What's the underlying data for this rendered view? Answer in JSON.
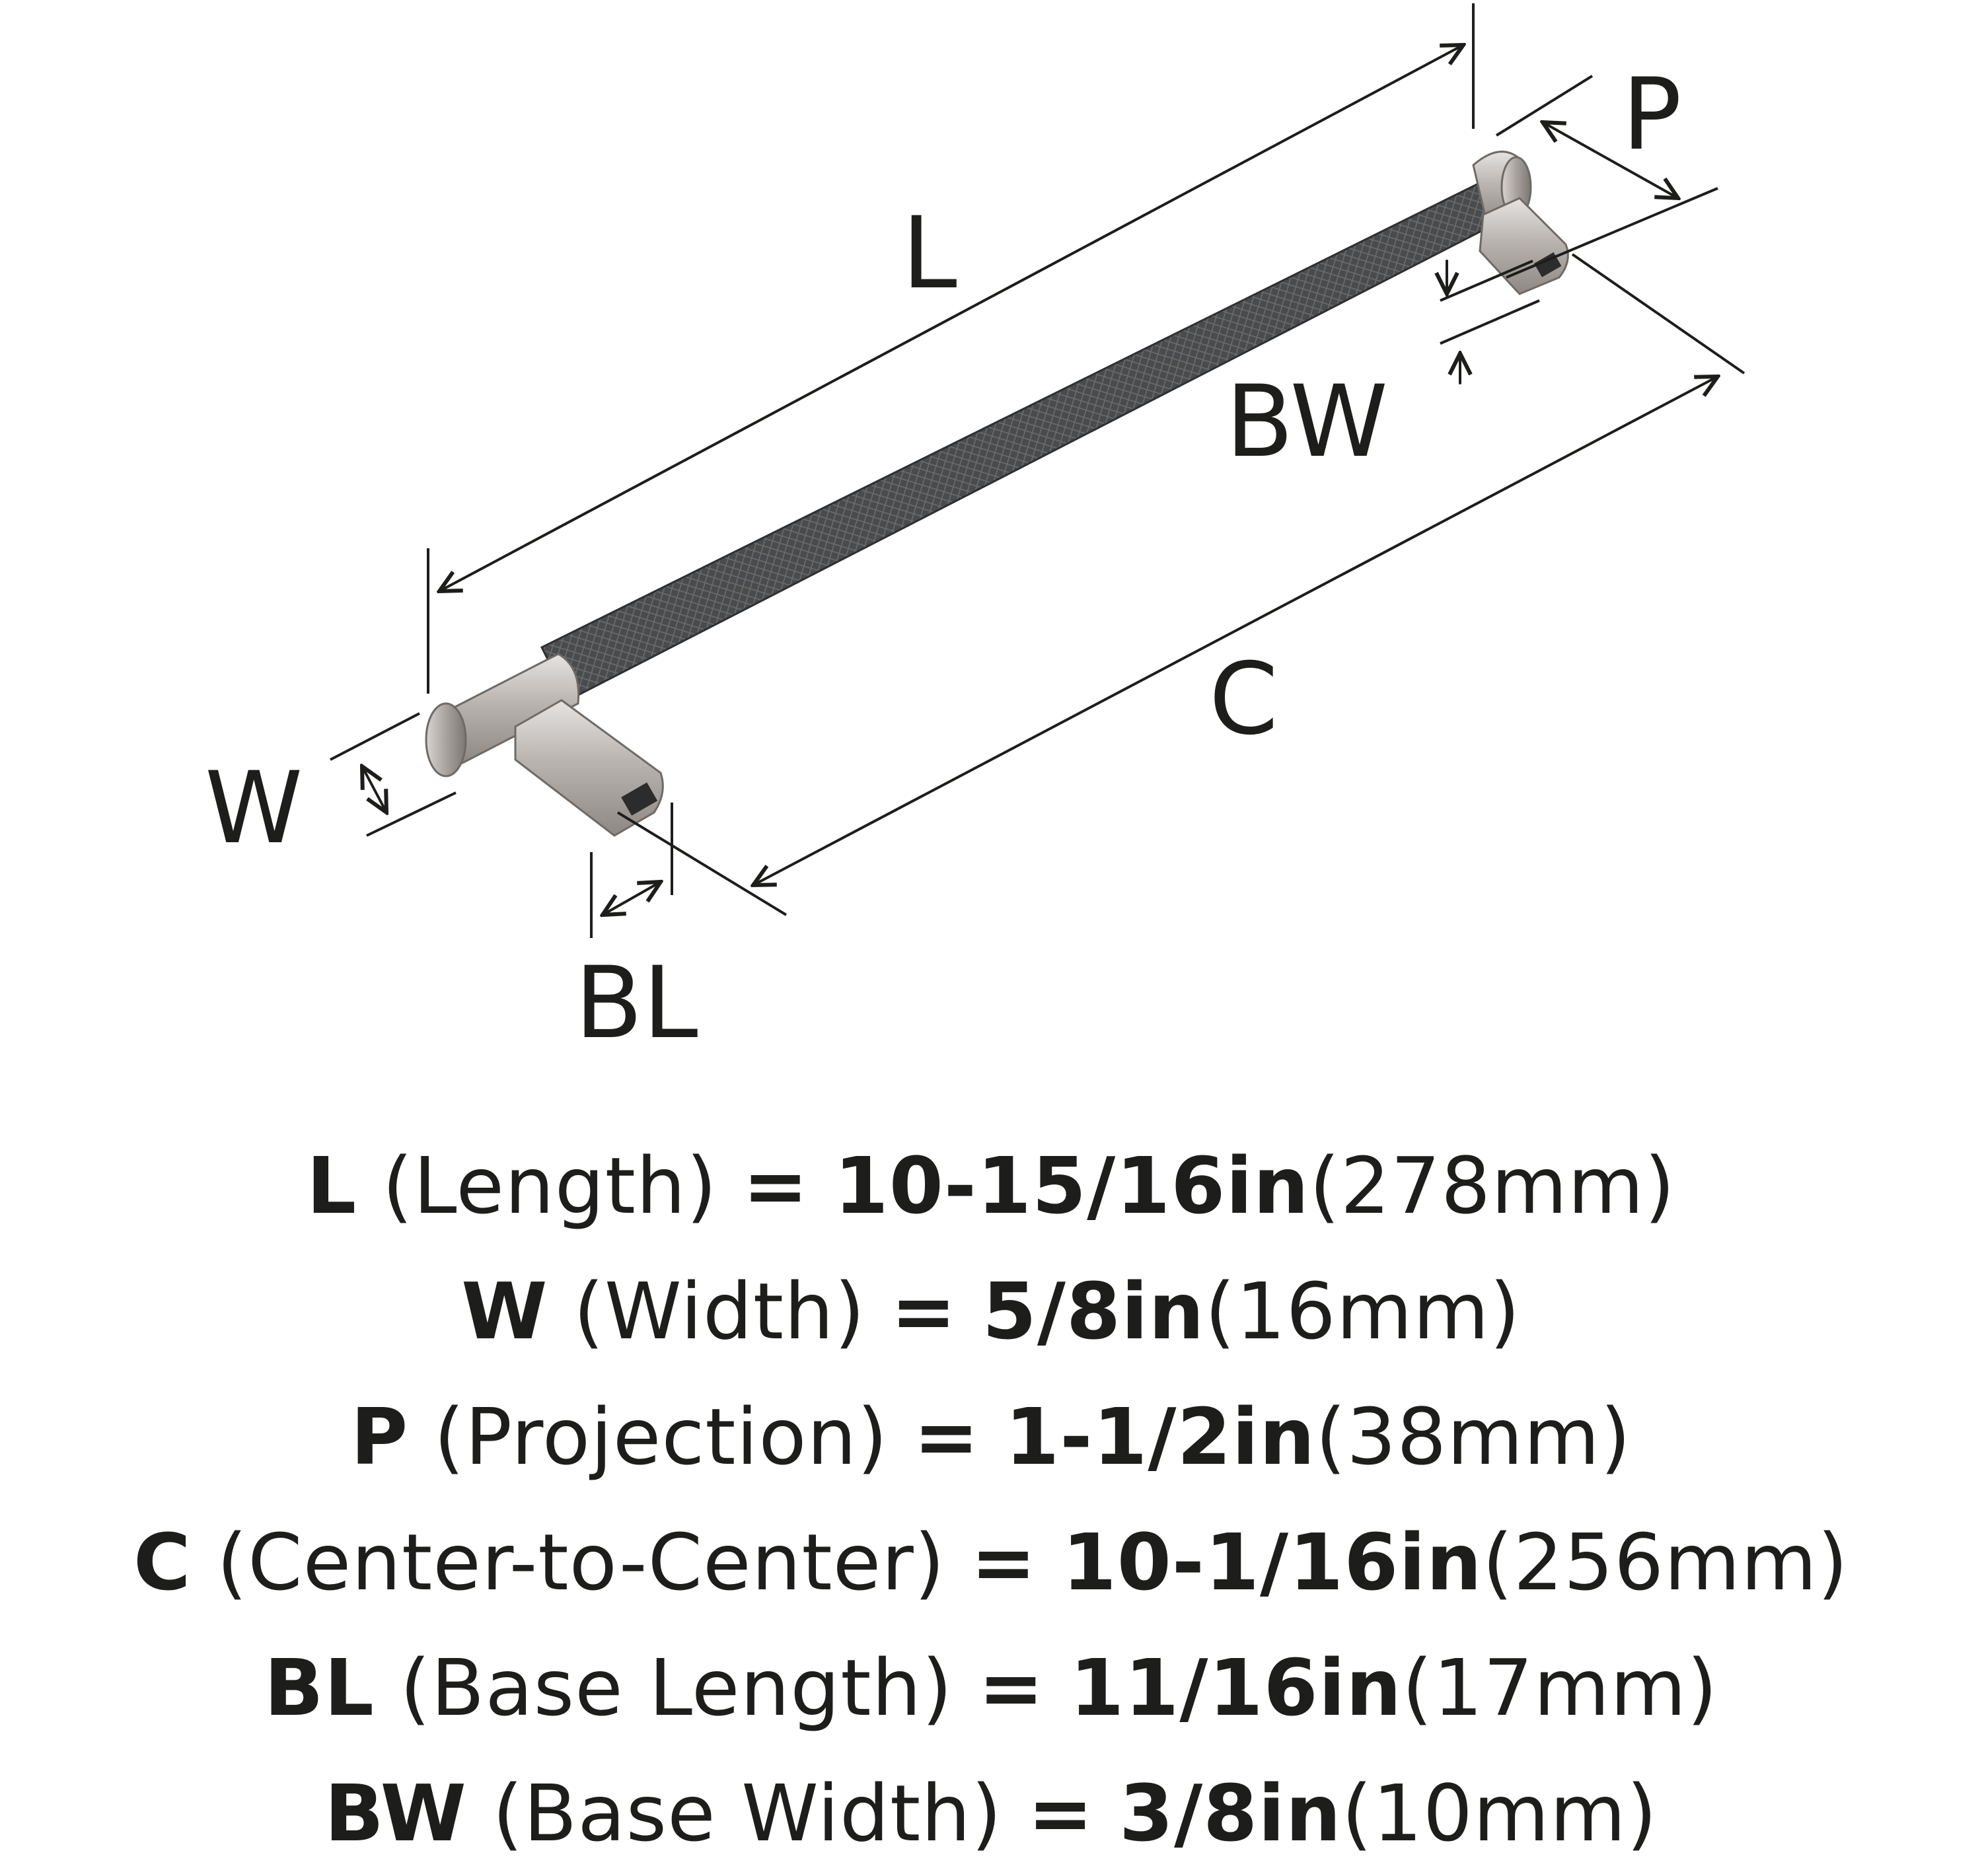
{
  "diagram": {
    "labels": {
      "length": "L",
      "projection": "P",
      "base_width": "BW",
      "center": "C",
      "width": "W",
      "base_length": "BL"
    }
  },
  "specs": [
    {
      "abbr": "L",
      "name": "(Length)",
      "eq": "=",
      "inch": "10-15/16in",
      "mm": "(278mm)"
    },
    {
      "abbr": "W",
      "name": "(Width)",
      "eq": "=",
      "inch": "5/8in",
      "mm": "(16mm)"
    },
    {
      "abbr": "P",
      "name": "(Projection)",
      "eq": "=",
      "inch": "1-1/2in",
      "mm": "(38mm)"
    },
    {
      "abbr": "C",
      "name": "(Center-to-Center)",
      "eq": "=",
      "inch": "10-1/16in",
      "mm": "(256mm)"
    },
    {
      "abbr": "BL",
      "name": "(Base Length)",
      "eq": "=",
      "inch": "11/16in",
      "mm": "(17mm)"
    },
    {
      "abbr": "BW",
      "name": "(Base Width)",
      "eq": "=",
      "inch": "3/8in",
      "mm": "(10mm)"
    }
  ],
  "colors": {
    "ink": "#1d1d1b",
    "bar_dark": "#4a4b4d",
    "satin_nickel": "#c9c5c2"
  }
}
